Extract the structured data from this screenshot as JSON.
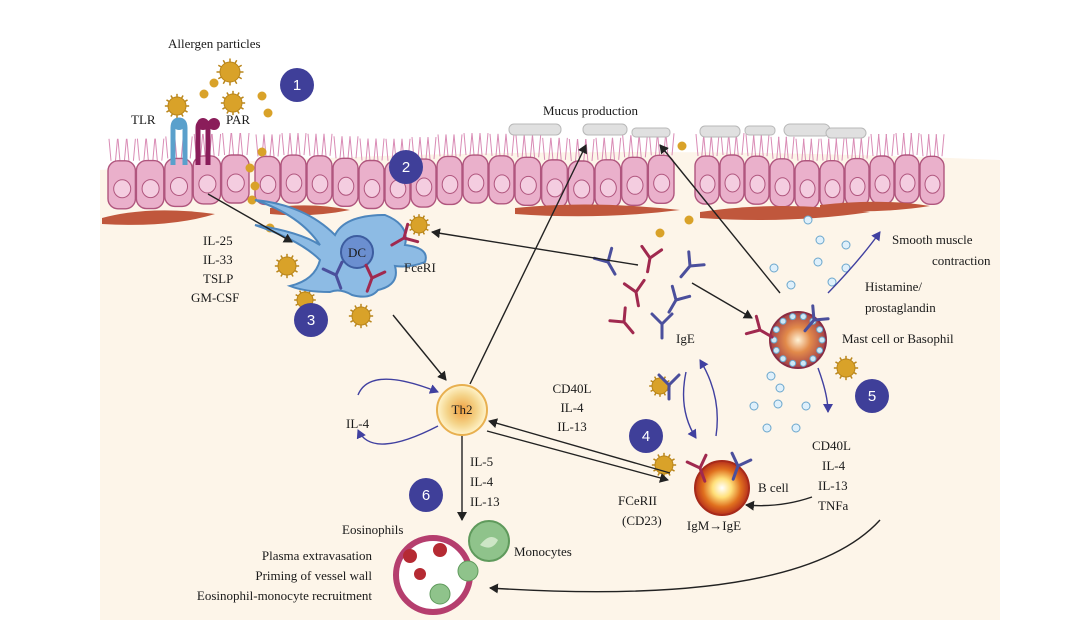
{
  "labels": {
    "allergen": "Allergen particles",
    "tlr": "TLR",
    "par": "PAR",
    "mucus": "Mucus production",
    "il25": "IL-25",
    "il33": "IL-33",
    "tslp": "TSLP",
    "gmcsf": "GM-CSF",
    "dc": "DC",
    "fceri": "FceRI",
    "smooth1": "Smooth muscle",
    "smooth2": "contraction",
    "hist1": "Histamine/",
    "hist2": "prostaglandin",
    "mast": "Mast cell or Basophil",
    "ige": "IgE",
    "cd40l_mid": "CD40L",
    "il4_mid": "IL-4",
    "il13_mid": "IL-13",
    "th2": "Th2",
    "il4_left": "IL-4",
    "il5": "IL-5",
    "il4_down": "IL-4",
    "il13_down": "IL-13",
    "fceriI": "FCeRII",
    "cd23": "(CD23)",
    "bcell": "B cell",
    "igm": "IgM→IgE",
    "cd40l_r": "CD40L",
    "il4_r": "IL-4",
    "il13_r": "IL-13",
    "tnfa": "TNFa",
    "eos": "Eosinophils",
    "plasma": "Plasma extravasation",
    "priming": "Priming of vessel wall",
    "recruit": "Eosinophil-monocyte recruitment",
    "mono": "Monocytes"
  },
  "steps": [
    "1",
    "2",
    "3",
    "4",
    "5",
    "6"
  ],
  "colors": {
    "epithelium": "#e9a9c6",
    "epithelium_edge": "#b0567e",
    "tissue": "#fbf2e3",
    "allergen": "#d9a229",
    "dc": "#7fb0dc",
    "step_badge": "#3f3f99",
    "muscle": "#c0573c",
    "antibody_red": "#a0294f",
    "antibody_blue": "#4b4f9c",
    "arrow": "#222222",
    "arrow_blue": "#4040a0",
    "mono": "#7db07a",
    "vessel": "#b53e6e"
  }
}
